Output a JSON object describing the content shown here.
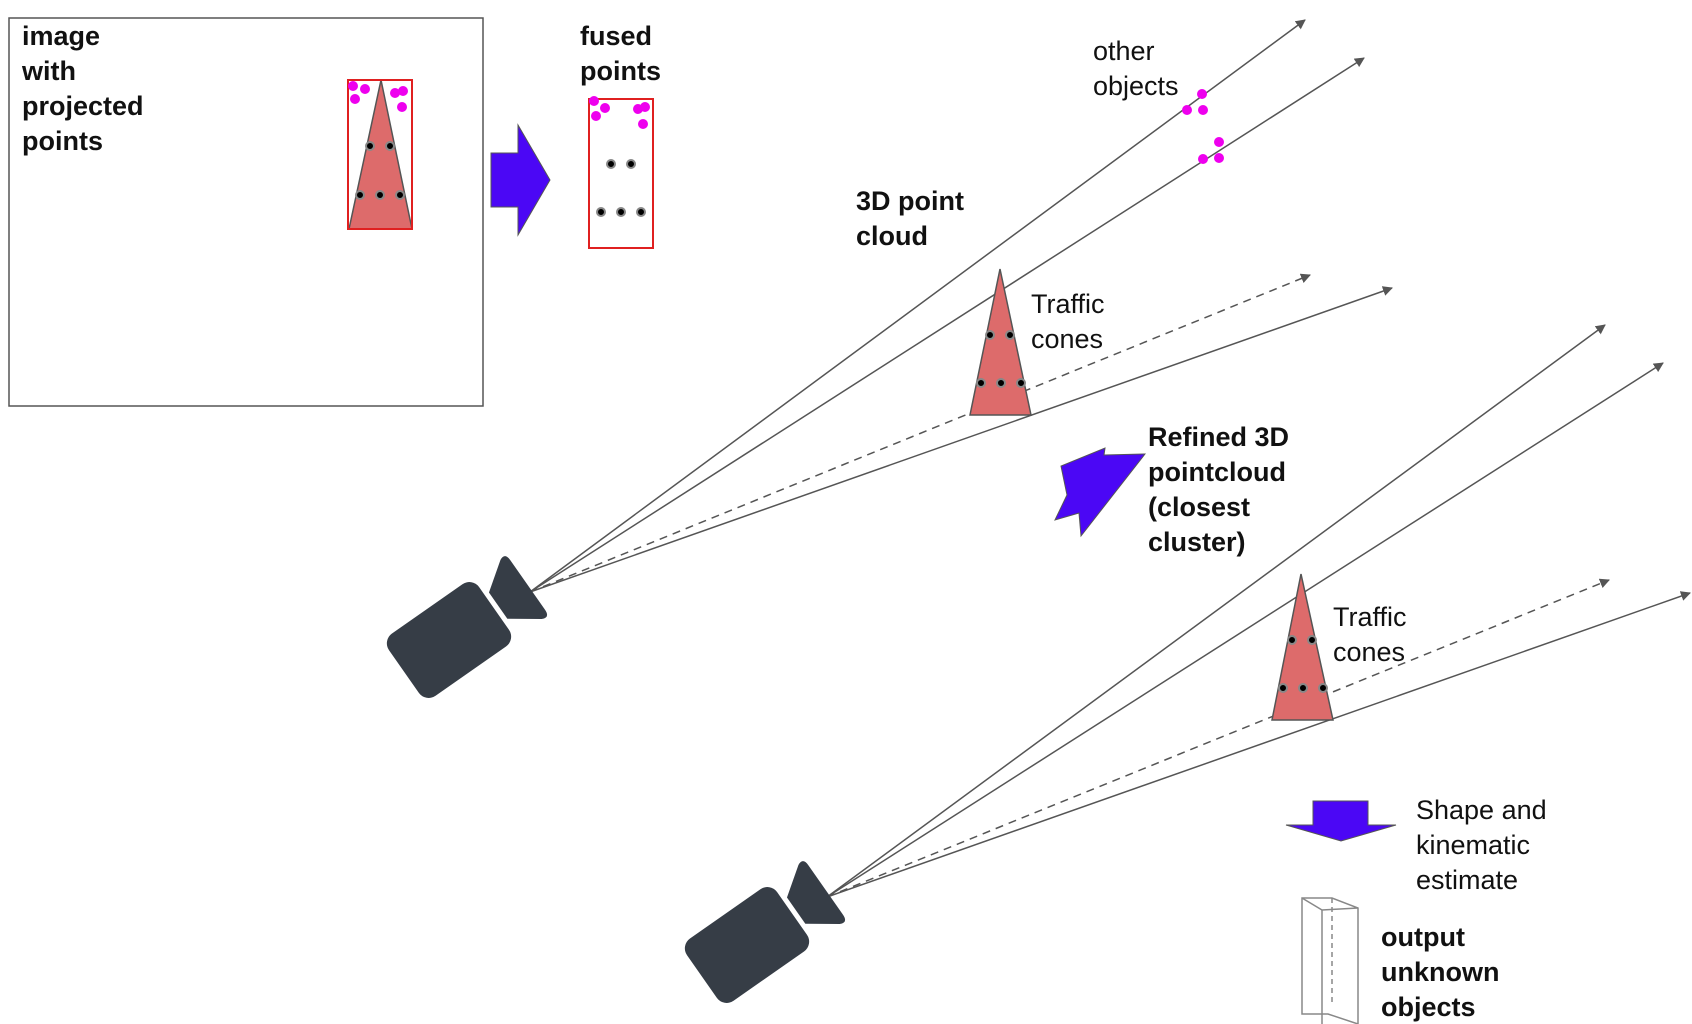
{
  "labels": {
    "image_box": [
      "image",
      "with",
      "projected",
      "points"
    ],
    "fused": [
      "fused",
      "points"
    ],
    "other_objects": [
      "other",
      "objects"
    ],
    "point_cloud": [
      "3D point",
      "cloud"
    ],
    "cones_top": [
      "Traffic",
      "cones"
    ],
    "refined": [
      "Refined 3D",
      "pointcloud",
      "(closest",
      "cluster)"
    ],
    "cones_bottom": [
      "Traffic",
      "cones"
    ],
    "shape": [
      "Shape and",
      "kinematic",
      "estimate"
    ],
    "output": [
      "output",
      "unknown",
      "objects"
    ]
  },
  "colors": {
    "cone_fill": "#dd6b6b",
    "box_red": "#e02020",
    "arrow_blue": "#4b07f5",
    "magenta": "#ee00ee",
    "camera": "#363d46",
    "ray": "#555555"
  },
  "icons": [
    "camera-icon",
    "traffic-cone-icon",
    "bounding-box-icon",
    "block-arrow-icon"
  ]
}
